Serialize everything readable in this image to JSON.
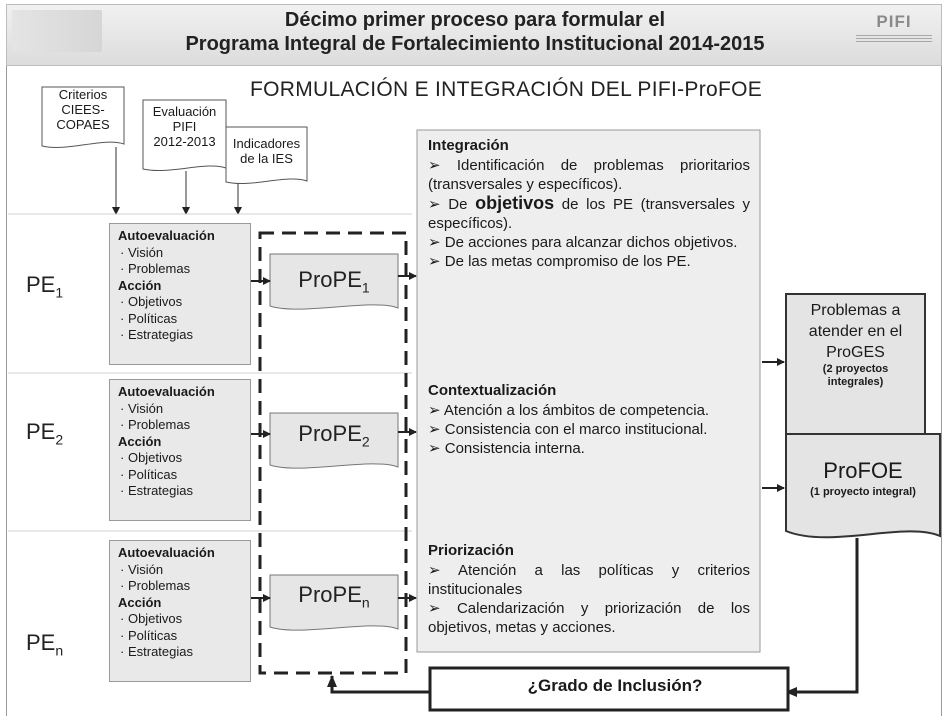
{
  "header": {
    "title_line1": "Décimo primer proceso para formular el",
    "title_line2": "Programa Integral de Fortalecimiento Institucional 2014-2015",
    "logo_text": "PIFI"
  },
  "main_title": "FORMULACIÓN E INTEGRACIÓN DEL PIFI-ProFOE",
  "inputs": [
    {
      "lines": [
        "Criterios",
        "CIEES-",
        "COPAES"
      ]
    },
    {
      "lines": [
        "Evaluación",
        "PIFI",
        "2012-2013"
      ]
    },
    {
      "lines": [
        "Indicadores",
        "de la IES"
      ]
    }
  ],
  "pe_rows": [
    {
      "pe_base": "PE",
      "pe_sub": "1",
      "prope_base": "ProPE",
      "prope_sub": "1"
    },
    {
      "pe_base": "PE",
      "pe_sub": "2",
      "prope_base": "ProPE",
      "prope_sub": "2"
    },
    {
      "pe_base": "PE",
      "pe_sub": "n",
      "prope_base": "ProPE",
      "prope_sub": "n"
    }
  ],
  "pe_box": {
    "heading1": "Autoevaluación",
    "items1": [
      "Visión",
      "Problemas"
    ],
    "heading2": "Acción",
    "items2": [
      "Objetivos",
      "Políticas",
      "Estrategias"
    ]
  },
  "center": {
    "sections": [
      {
        "title": "Integración",
        "items": [
          "Identificación de problemas prioritarios (transversales y específicos).",
          "De objetivos de los PE (transversales y específicos).",
          "De acciones para alcanzar dichos objetivos.",
          "De las metas compromiso de los PE."
        ]
      },
      {
        "title": "Contextualización",
        "items": [
          "Atención a los ámbitos de competencia.",
          "Consistencia con el marco institucional.",
          "Consistencia interna."
        ]
      },
      {
        "title": "Priorización",
        "items": [
          "Atención a las políticas y criterios institucionales",
          "Calendarización y priorización de los objetivos, metas y acciones."
        ]
      }
    ],
    "emph_word": "objetivos"
  },
  "outputs": {
    "proges_lines": [
      "Problemas a",
      "atender en el",
      "ProGES"
    ],
    "proges_note": [
      "(2 proyectos",
      "integrales)"
    ],
    "profoe_title": "ProFOE",
    "profoe_note": "(1 proyecto integral)"
  },
  "grado": "¿Grado de Inclusión?"
}
